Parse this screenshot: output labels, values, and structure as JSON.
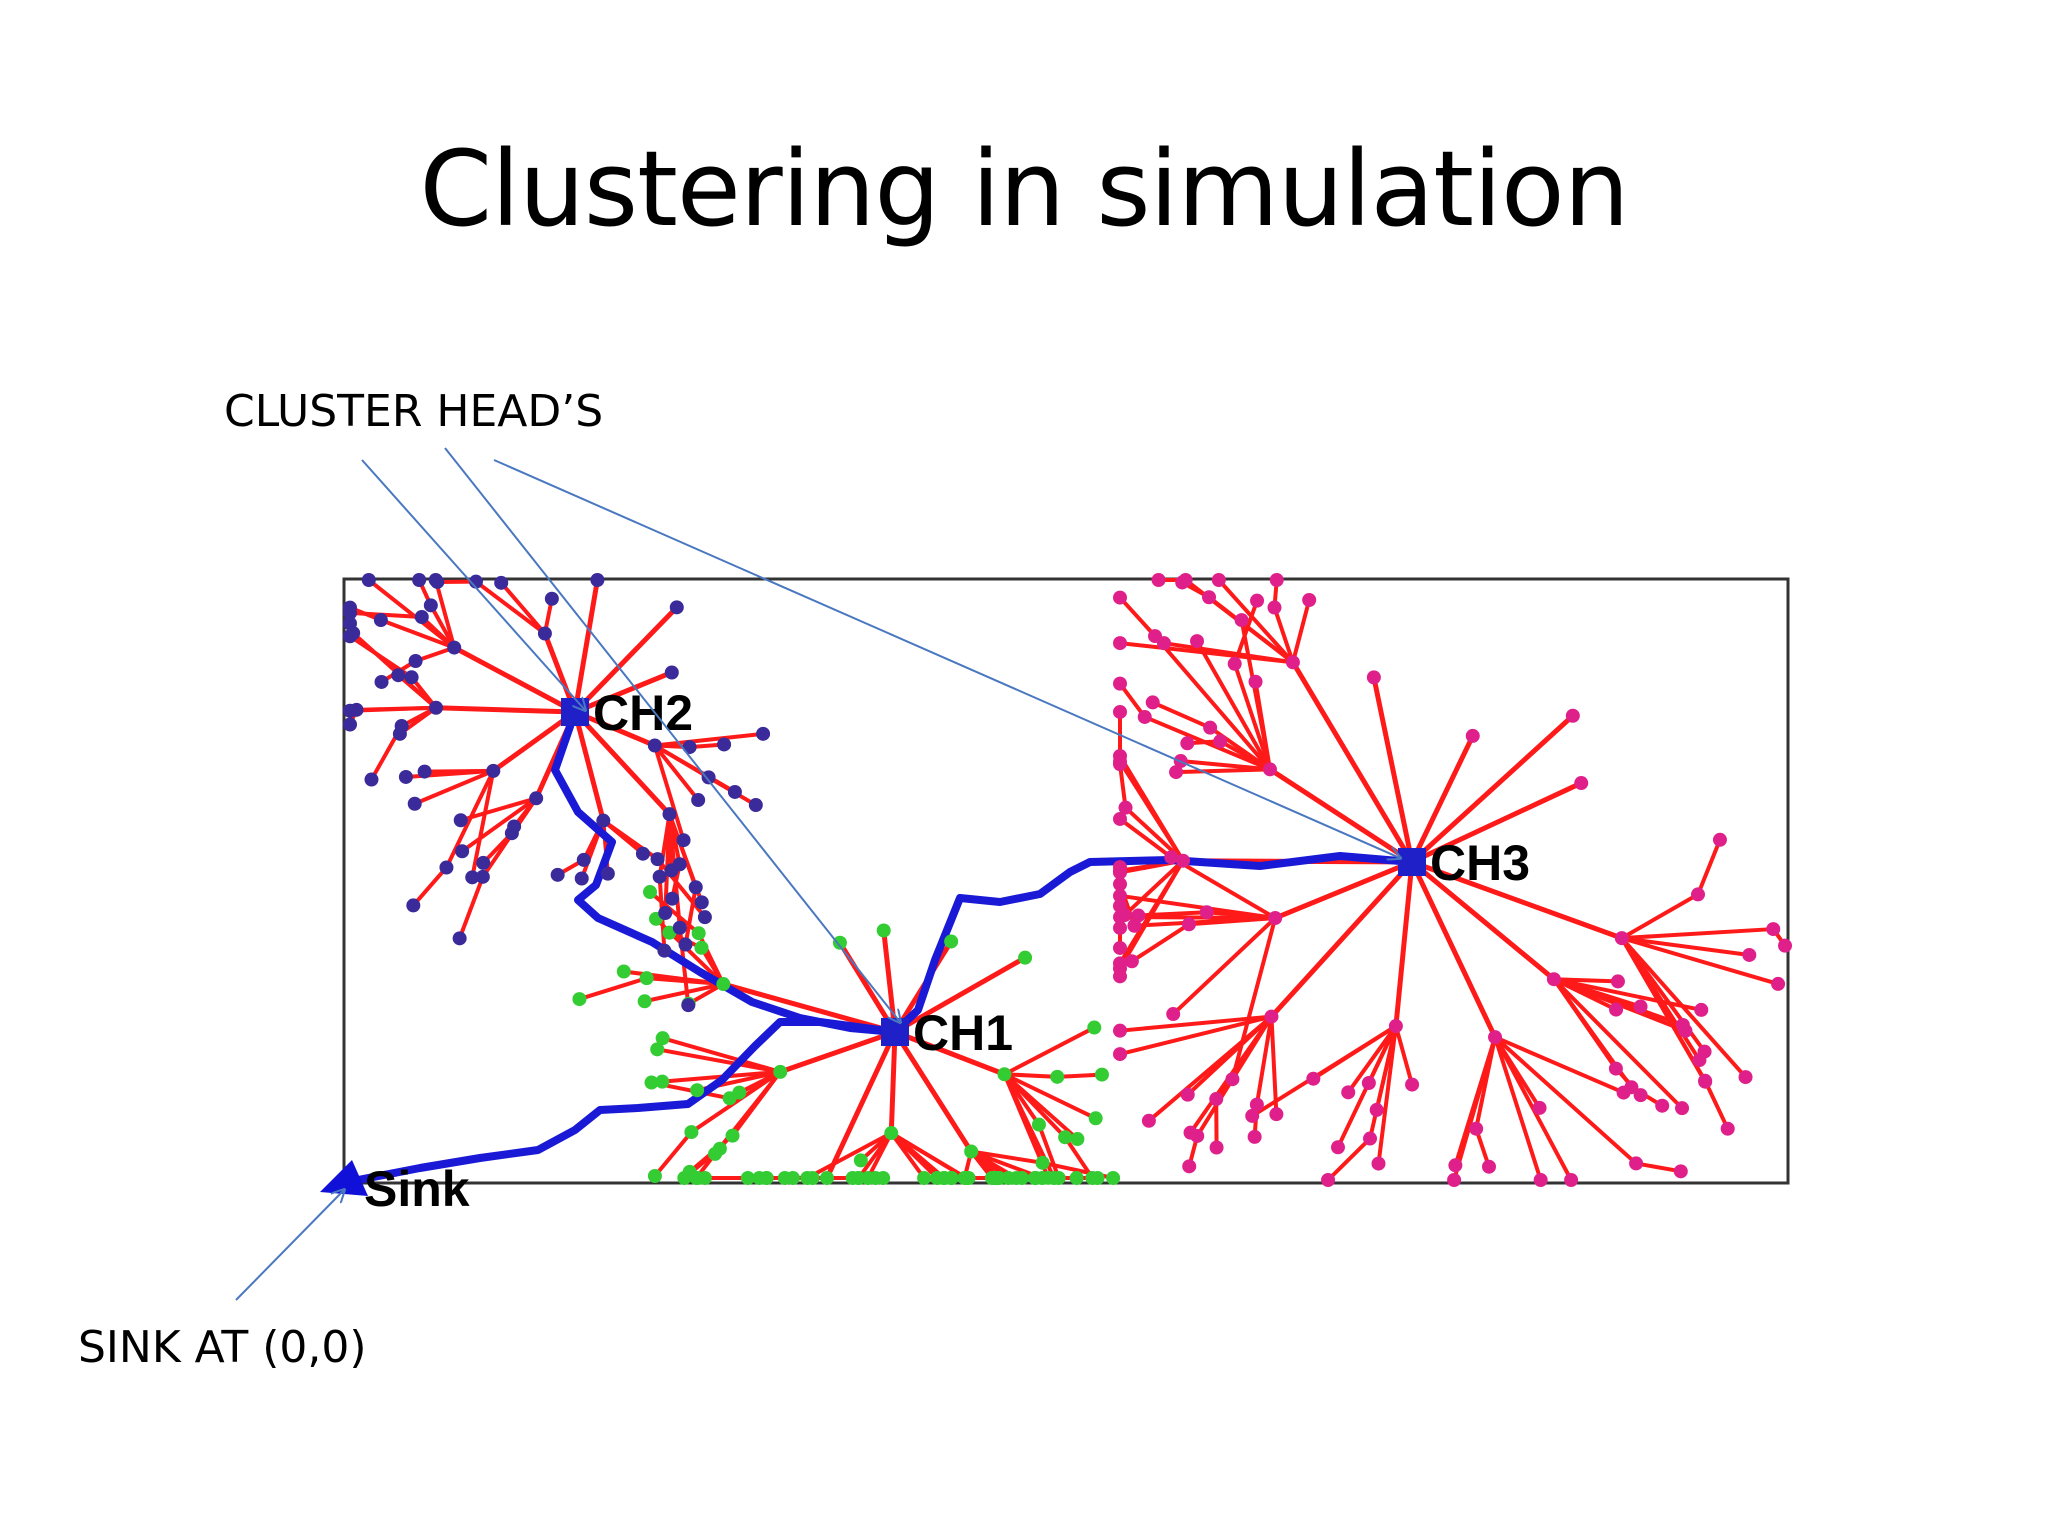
{
  "slide": {
    "title": "Clustering in simulation"
  },
  "callouts": {
    "cluster_heads": "CLUSTER HEAD’S",
    "sink": "SINK AT (0,0)"
  },
  "network": {
    "labels": {
      "ch1": "CH1",
      "ch2": "CH2",
      "ch3": "CH3",
      "sink": "Sink"
    },
    "colors": {
      "frame": "#333333",
      "links": "#ff1a1a",
      "routing_path": "#1a1ad6",
      "cluster1_nodes": "#33cc33",
      "cluster2_nodes": "#3a2a9a",
      "cluster3_nodes": "#e0208a",
      "cluster_head": "#2020c8",
      "sink": "#1010d8",
      "annotation_arrows": "#4a78c0"
    }
  }
}
